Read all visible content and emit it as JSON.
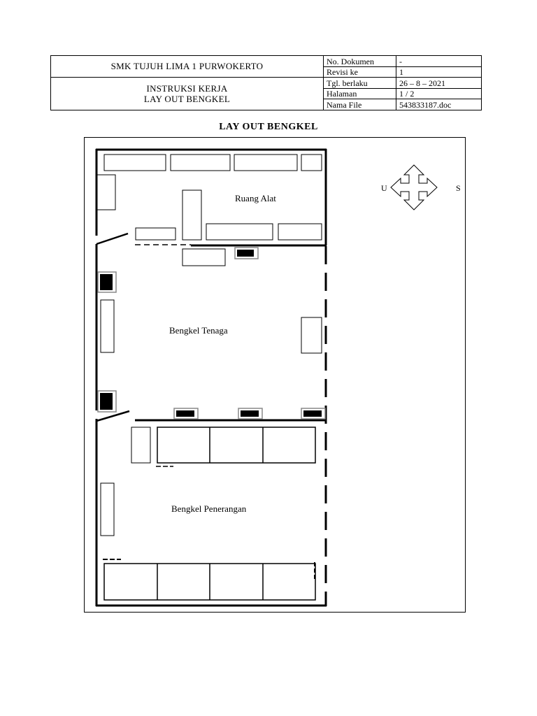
{
  "header": {
    "school": "SMK TUJUH LIMA 1 PURWOKERTO",
    "instruction_line1": "INSTRUKSI KERJA",
    "instruction_line2": "LAY OUT BENGKEL",
    "fields": [
      {
        "label": "No. Dokumen",
        "value": "-"
      },
      {
        "label": "Revisi ke",
        "value": "1"
      },
      {
        "label": "Tgl. berlaku",
        "value": "26 – 8 – 2021"
      },
      {
        "label": "Halaman",
        "value": "1 / 2"
      },
      {
        "label": "Nama File",
        "value": "543833187.doc"
      }
    ]
  },
  "title": "LAY OUT BENGKEL",
  "plan": {
    "rooms": {
      "ruang_alat": "Ruang Alat",
      "bengkel_tenaga": "Bengkel Tenaga",
      "bengkel_penerangan": "Bengkel Penerangan"
    },
    "compass": {
      "left": "U",
      "right": "S"
    }
  }
}
